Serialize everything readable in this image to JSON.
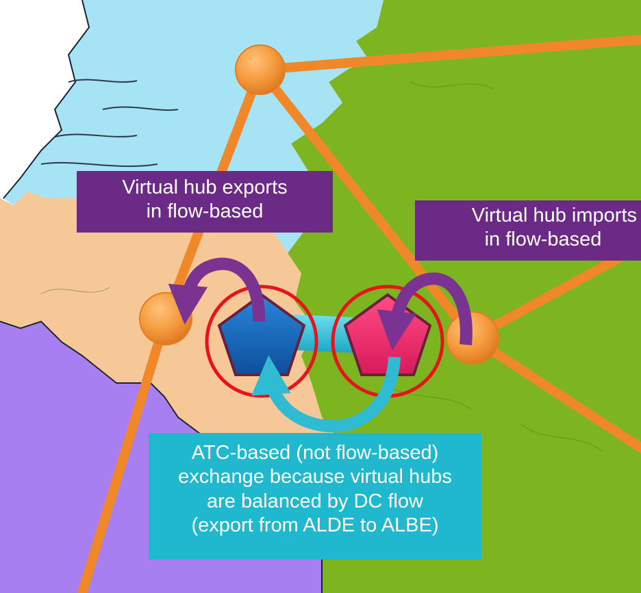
{
  "callouts": {
    "export": {
      "lines": [
        "Virtual hub exports",
        "in flow-based"
      ],
      "color": "#6b2a86"
    },
    "import": {
      "lines": [
        "Virtual hub imports",
        "in flow-based"
      ],
      "color": "#6b2a86"
    },
    "atc": {
      "lines": [
        "ATC-based (not flow-based)",
        "exchange because virtual hubs",
        "are balanced by DC flow",
        "(export from ALDE to ALBE)"
      ],
      "color": "#1fb8cf"
    }
  },
  "colors": {
    "netherlands": "#a6e3f5",
    "germany": "#7cb51f",
    "belgium": "#f6c898",
    "france": "#a77ff0",
    "hub_node": "#f59a3c",
    "interconnector_line": "#f0882a",
    "virtual_hub_be": "#1568bd",
    "virtual_hub_de": "#f0306e",
    "highlight_ring": "#e8141c",
    "dc_link": "#39c3db",
    "arrow_purple": "#7a3391",
    "arrow_teal": "#2fbcd2"
  },
  "nodes": [
    {
      "name": "hub-netherlands"
    },
    {
      "name": "hub-belgium"
    },
    {
      "name": "hub-germany"
    }
  ],
  "virtual_hubs": [
    {
      "name": "virtual-hub-albe",
      "shape": "pentagon",
      "color_key": "virtual_hub_be"
    },
    {
      "name": "virtual-hub-alde",
      "shape": "pentagon",
      "color_key": "virtual_hub_de"
    }
  ]
}
